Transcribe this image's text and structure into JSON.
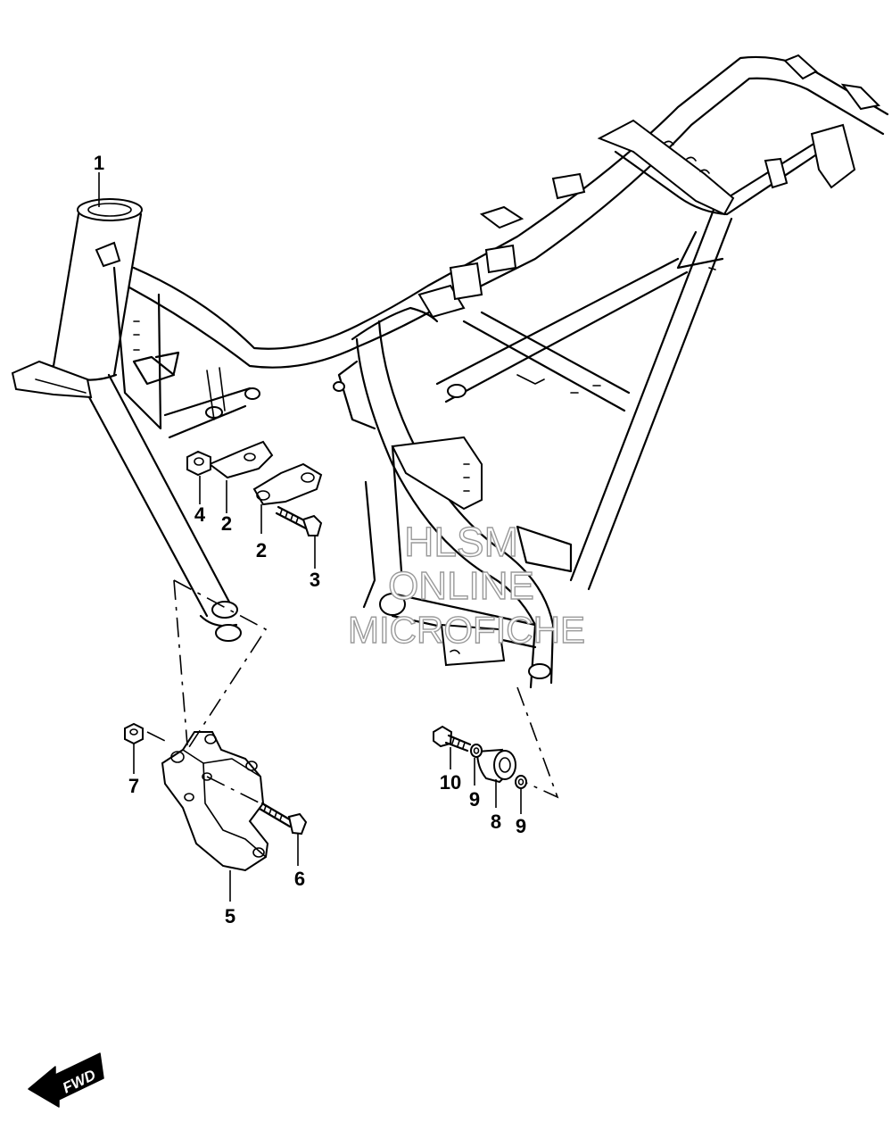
{
  "callouts": [
    {
      "id": "c1",
      "text": "1"
    },
    {
      "id": "c2a",
      "text": "2"
    },
    {
      "id": "c2b",
      "text": "2"
    },
    {
      "id": "c3",
      "text": "3"
    },
    {
      "id": "c4",
      "text": "4"
    },
    {
      "id": "c5",
      "text": "5"
    },
    {
      "id": "c6",
      "text": "6"
    },
    {
      "id": "c7",
      "text": "7"
    },
    {
      "id": "c8",
      "text": "8"
    },
    {
      "id": "c9a",
      "text": "9"
    },
    {
      "id": "c9b",
      "text": "9"
    },
    {
      "id": "c10",
      "text": "10"
    }
  ],
  "watermark": {
    "line1": "HLSM",
    "line2": "ONLINE",
    "line3": "MICROFICHE",
    "color": "#9a9a9a"
  },
  "fwd_badge": {
    "label": "FWD",
    "icon": "forward-arrow-icon"
  }
}
